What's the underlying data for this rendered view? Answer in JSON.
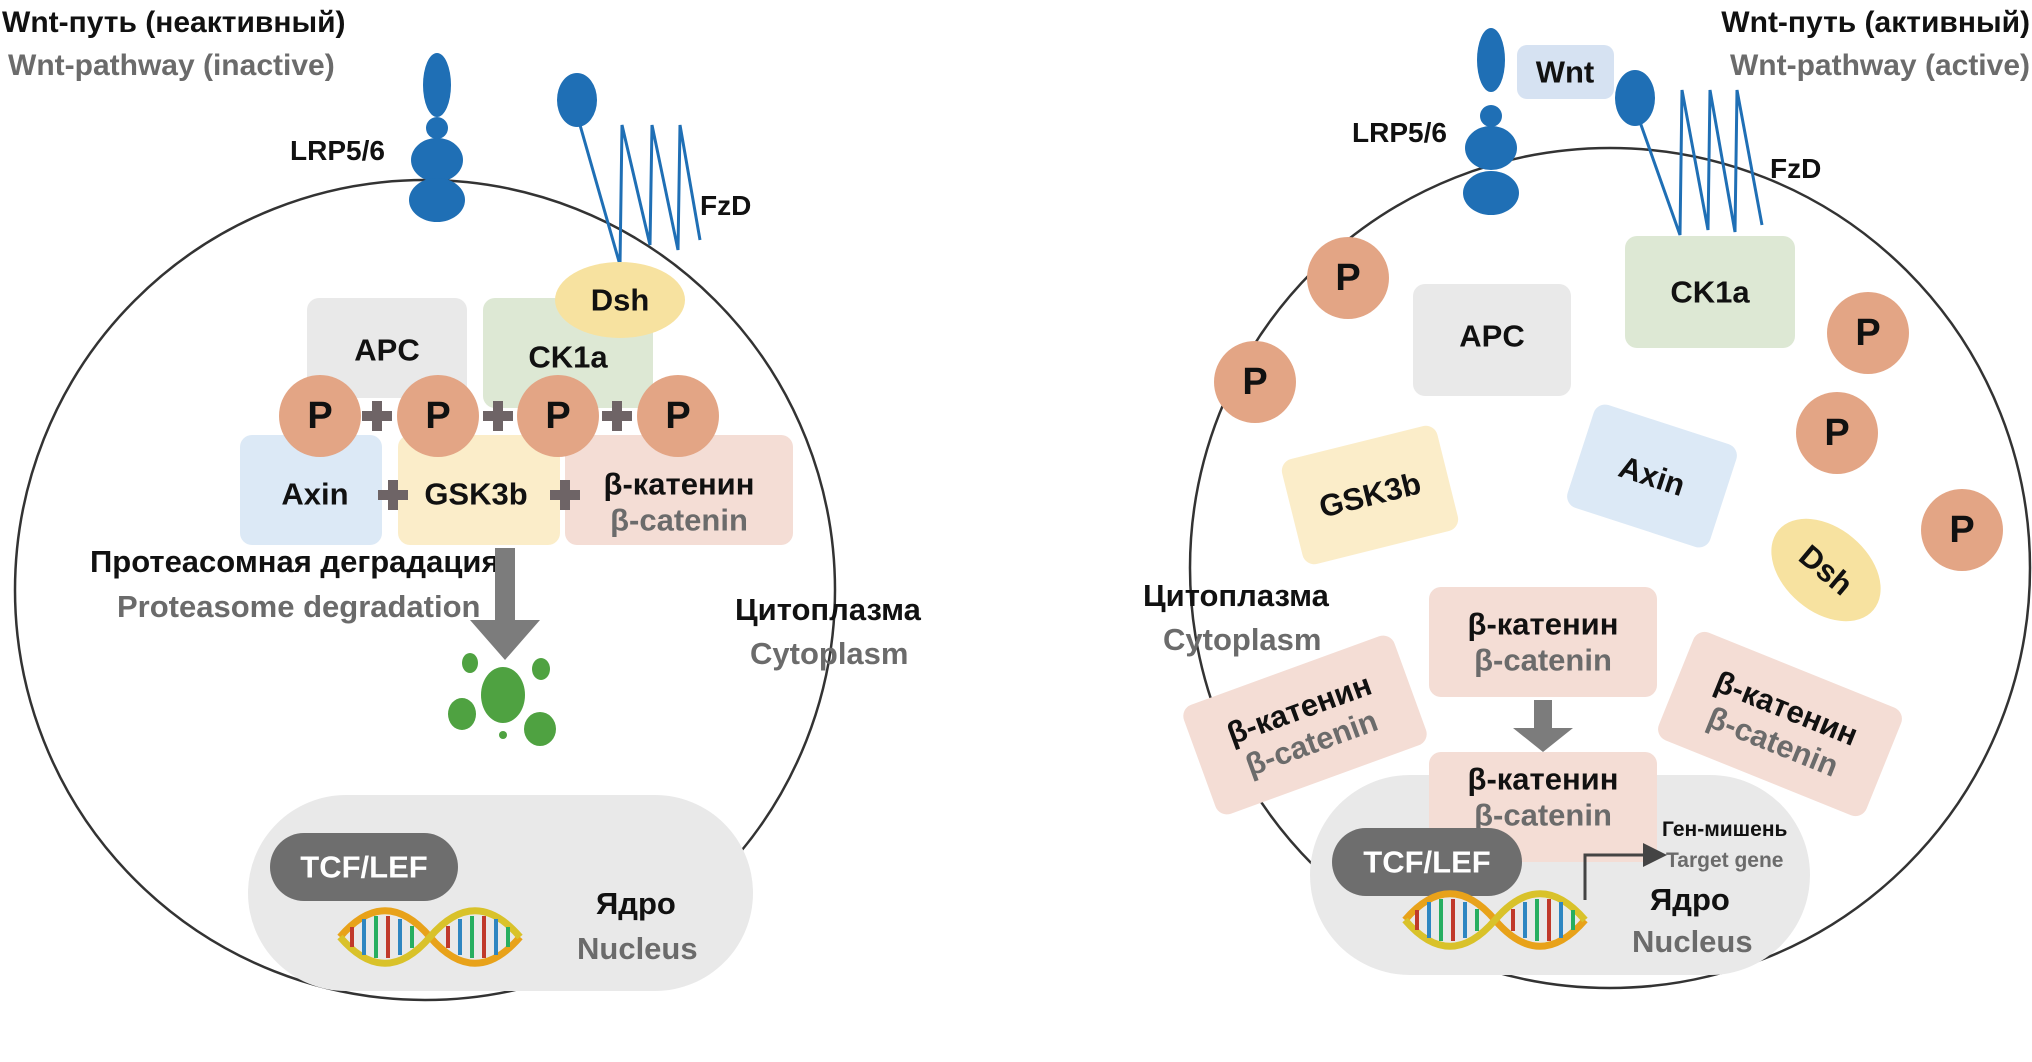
{
  "colors": {
    "receptor": "#1f6fb5",
    "phospho": "#e3a585",
    "apc": "#e9e9e9",
    "ck1a": "#dde8d4",
    "axin": "#dce9f6",
    "gsk3b": "#fbedc9",
    "catenin": "#f4ddd5",
    "dsh": "#f7e2a0",
    "degradation": "#4fa241",
    "nucleus": "#e9e9e9",
    "tcf": "#6e6e6e",
    "plus": "#6e6466",
    "arrow": "#7c7c7c"
  },
  "inactive": {
    "title_ru": "Wnt-путь (неактивный)",
    "title_en": "Wnt-pathway (inactive)",
    "lrp": "LRP5/6",
    "fzd": "FzD",
    "dsh": "Dsh",
    "apc": "APC",
    "ck1a": "CK1a",
    "axin": "Axin",
    "gsk3b": "GSK3b",
    "catenin_ru": "β-катенин",
    "catenin_en": "β-catenin",
    "p": "P",
    "degradation_ru": "Протеасомная деградация",
    "degradation_en": "Proteasome degradation",
    "cytoplasm_ru": "Цитоплазма",
    "cytoplasm_en": "Cytoplasm",
    "tcf": "TCF/LEF",
    "nucleus_ru": "Ядро",
    "nucleus_en": "Nucleus"
  },
  "active": {
    "title_ru": "Wnt-путь (активный)",
    "title_en": "Wnt-pathway (active)",
    "wnt": "Wnt",
    "lrp": "LRP5/6",
    "fzd": "FzD",
    "apc": "APC",
    "ck1a": "CK1a",
    "gsk3b": "GSK3b",
    "axin": "Axin",
    "dsh": "Dsh",
    "p": "P",
    "cytoplasm_ru": "Цитоплазма",
    "cytoplasm_en": "Cytoplasm",
    "catenin_ru": "β-катенин",
    "catenin_en": "β-catenin",
    "target_ru": "Ген-мишень",
    "target_en": "Target gene",
    "tcf": "TCF/LEF",
    "nucleus_ru": "Ядро",
    "nucleus_en": "Nucleus"
  }
}
